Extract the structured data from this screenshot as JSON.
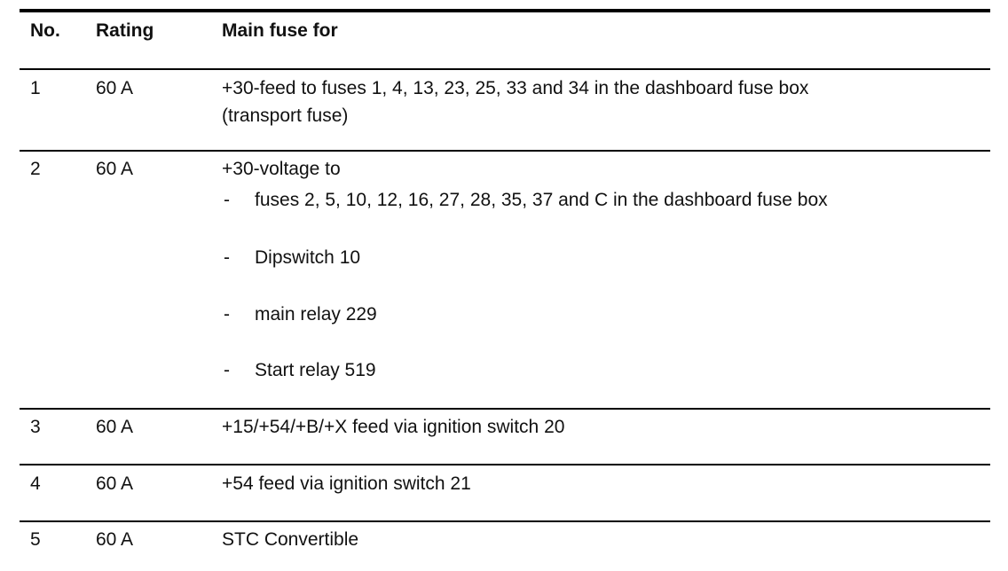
{
  "headers": {
    "no": "No.",
    "rating": "Rating",
    "main": "Main fuse for"
  },
  "rows": [
    {
      "no": "1",
      "rating": "60 A",
      "lines": [
        "+30-feed to fuses 1, 4, 13, 23, 25, 33 and 34 in the dashboard fuse box",
        "(transport fuse)"
      ]
    },
    {
      "no": "2",
      "rating": "60 A",
      "title": "+30-voltage to",
      "bullet_marker": "-",
      "bullets": [
        "fuses 2, 5, 10, 12, 16, 27, 28, 35, 37 and C in the dashboard fuse box",
        "Dipswitch 10",
        "main relay 229",
        "Start relay 519"
      ]
    },
    {
      "no": "3",
      "rating": "60 A",
      "lines": [
        "+15/+54/+B/+X feed via ignition switch 20"
      ]
    },
    {
      "no": "4",
      "rating": "60 A",
      "lines": [
        "+54 feed via ignition switch 21"
      ]
    },
    {
      "no": "5",
      "rating": "60 A",
      "lines": [
        "STC Convertible"
      ]
    }
  ]
}
